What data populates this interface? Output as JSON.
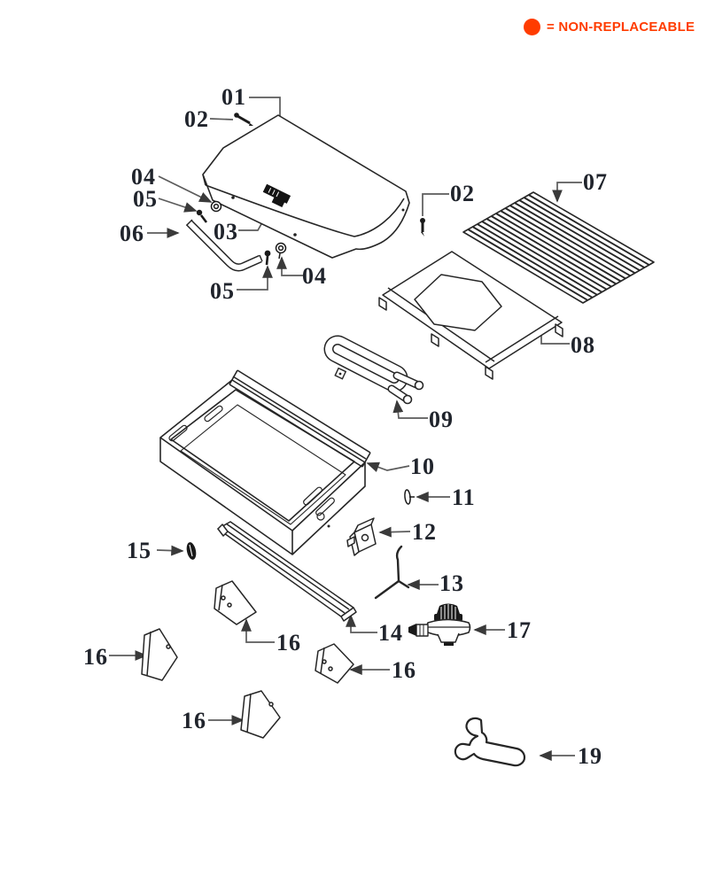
{
  "legend": {
    "dot_color": "#FF3C00",
    "text": "= NON-REPLACEABLE"
  },
  "callouts": [
    {
      "part": "lid",
      "label": "01"
    },
    {
      "part": "lid-screw-front",
      "label": "02"
    },
    {
      "part": "lid-screw-side",
      "label": "02"
    },
    {
      "part": "logo-plate",
      "label": "03"
    },
    {
      "part": "handle-washer-upper",
      "label": "04"
    },
    {
      "part": "handle-washer-lower",
      "label": "04"
    },
    {
      "part": "handle-screw-upper",
      "label": "05"
    },
    {
      "part": "handle-screw-lower",
      "label": "05"
    },
    {
      "part": "handle",
      "label": "06"
    },
    {
      "part": "cooking-grate",
      "label": "07"
    },
    {
      "part": "heat-plate",
      "label": "08"
    },
    {
      "part": "burner",
      "label": "09"
    },
    {
      "part": "firebox",
      "label": "10"
    },
    {
      "part": "hinge-pin",
      "label": "11"
    },
    {
      "part": "valve-bracket",
      "label": "12"
    },
    {
      "part": "support-wire",
      "label": "13"
    },
    {
      "part": "support-rail",
      "label": "14"
    },
    {
      "part": "end-cap",
      "label": "15"
    },
    {
      "part": "leg-bracket-left",
      "label": "16"
    },
    {
      "part": "leg-bracket-top",
      "label": "16"
    },
    {
      "part": "leg-bracket-right",
      "label": "16"
    },
    {
      "part": "leg-bracket-bottom",
      "label": "16"
    },
    {
      "part": "regulator",
      "label": "17"
    },
    {
      "part": "wrench",
      "label": "19"
    }
  ]
}
